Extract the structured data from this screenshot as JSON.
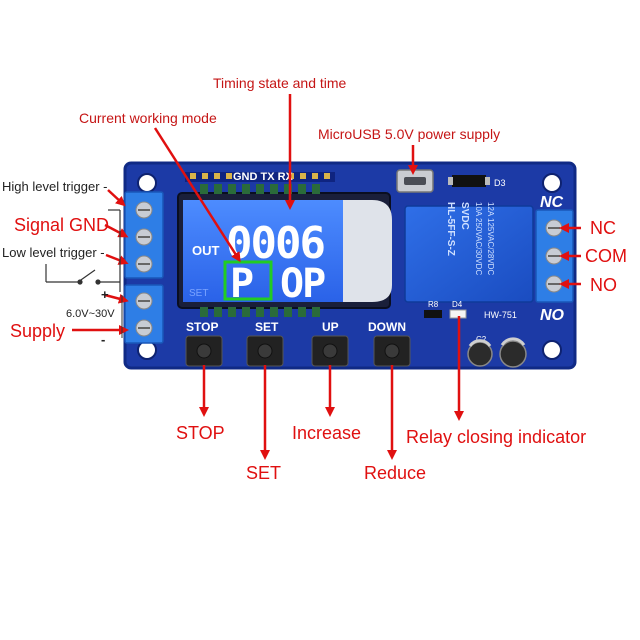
{
  "annotations": {
    "timing_state": "Timing state and time",
    "working_mode": "Current working mode",
    "usb_power": "MicroUSB 5.0V power supply",
    "high_trigger": "High level trigger -",
    "signal_gnd": "Signal GND",
    "low_trigger": "Low level trigger -",
    "plus": "+",
    "voltage_range": "6.0V~30V",
    "supply": "Supply",
    "minus": "-",
    "nc": "NC",
    "com": "COM",
    "no": "NO",
    "stop": "STOP",
    "set": "SET",
    "increase": "Increase",
    "reduce": "Reduce",
    "relay_indicator": "Relay closing indicator"
  },
  "board": {
    "header_pins": "GND TX RX",
    "ic_label": "D3",
    "relay_nc": "NC",
    "relay_no": "NO",
    "led_r8": "R8",
    "led_d4": "D4",
    "model": "HW-751",
    "cap_label": "C2",
    "relay_text": [
      "12A 125VAC/28VDC",
      "10A 250VAC/30VDC",
      "SVDC",
      "HL-5FF-S-Z"
    ],
    "buttons": [
      "STOP",
      "SET",
      "UP",
      "DOWN"
    ]
  },
  "lcd": {
    "out_label": "OUT",
    "digits_top": "0006",
    "digits_bottom_left": "P",
    "digits_bottom_right": "OP",
    "faint_text": "SET"
  },
  "colors": {
    "pcb": "#1c3aa6",
    "pcb_edge": "#102a85",
    "lcd": "#3a78ff",
    "relay": "#1e5ad0",
    "terminal": "#2e7ee6",
    "arrow": "#e01010",
    "mode_box": "#22cc22"
  }
}
